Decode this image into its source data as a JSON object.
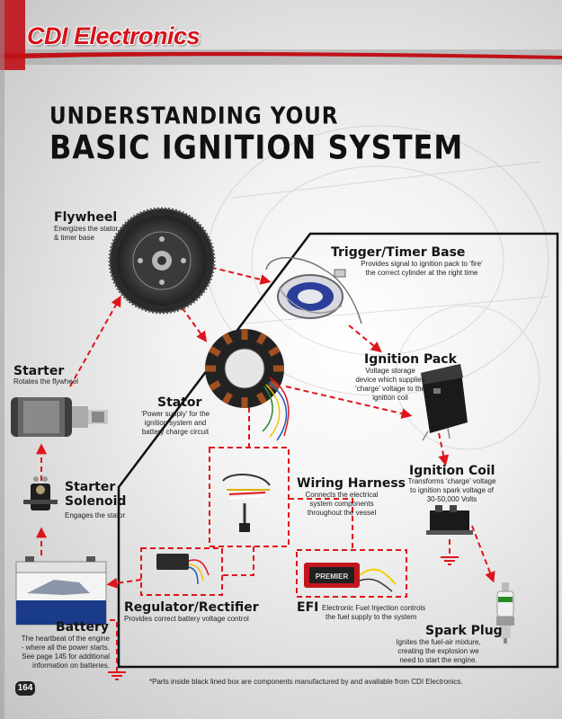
{
  "brand": "CDI Electronics",
  "title": {
    "line1": "UNDERSTANDING YOUR",
    "line2": "BASIC IGNITION SYSTEM"
  },
  "components": {
    "flywheel": {
      "name": "Flywheel",
      "desc": [
        "Energizes the stator",
        "& timer base"
      ]
    },
    "trigger": {
      "name": "Trigger/Timer Base",
      "desc": [
        "Provides signal to ignition pack to ‘fire’",
        "the correct cylinder at the right time"
      ]
    },
    "starter": {
      "name": "Starter",
      "desc": [
        "Rotates the flywheel"
      ]
    },
    "ignition_pack": {
      "name": "Ignition Pack",
      "desc": [
        "Voltage storage",
        "device which supplies",
        "‘charge’ voltage to the",
        "ignition coil"
      ]
    },
    "stator": {
      "name": "Stator",
      "desc": [
        "‘Power supply’ for the",
        "ignition system and",
        "battery charge circuit"
      ]
    },
    "wiring_harness": {
      "name": "Wiring Harness",
      "desc": [
        "Connects the electrical",
        "system components",
        "throughout the vessel"
      ]
    },
    "ignition_coil": {
      "name": "Ignition Coil",
      "desc": [
        "Transforms ‘charge’ voltage",
        "to ignition spark voltage of",
        "30-50,000 Volts"
      ]
    },
    "starter_solenoid": {
      "name_line1": "Starter",
      "name_line2": "Solenoid",
      "desc": [
        "Engages the stator"
      ]
    },
    "regulator": {
      "name": "Regulator/Rectifier",
      "desc": [
        "Provides correct battery voltage control"
      ]
    },
    "efi": {
      "name": "EFI",
      "desc": [
        "Electronic Fuel Injection controls",
        "the fuel supply to the system"
      ]
    },
    "battery": {
      "name": "Battery",
      "desc": [
        "The heartbeat of the engine",
        "- where all the power starts.",
        "See page 145 for additional",
        "information on batteries."
      ]
    },
    "spark_plug": {
      "name": "Spark Plug",
      "desc": [
        "Ignites the fuel-air mixture,",
        "creating the explosion we",
        "need to start the engine."
      ]
    }
  },
  "efi_label": "PREMIER",
  "footnote": "*Parts inside black lined box are components manufactured by and available from CDI Electronics.",
  "page_number": "164",
  "colors": {
    "brand_red": "#d4141b",
    "dash_red": "#e0141c",
    "box_line": "#111111"
  }
}
